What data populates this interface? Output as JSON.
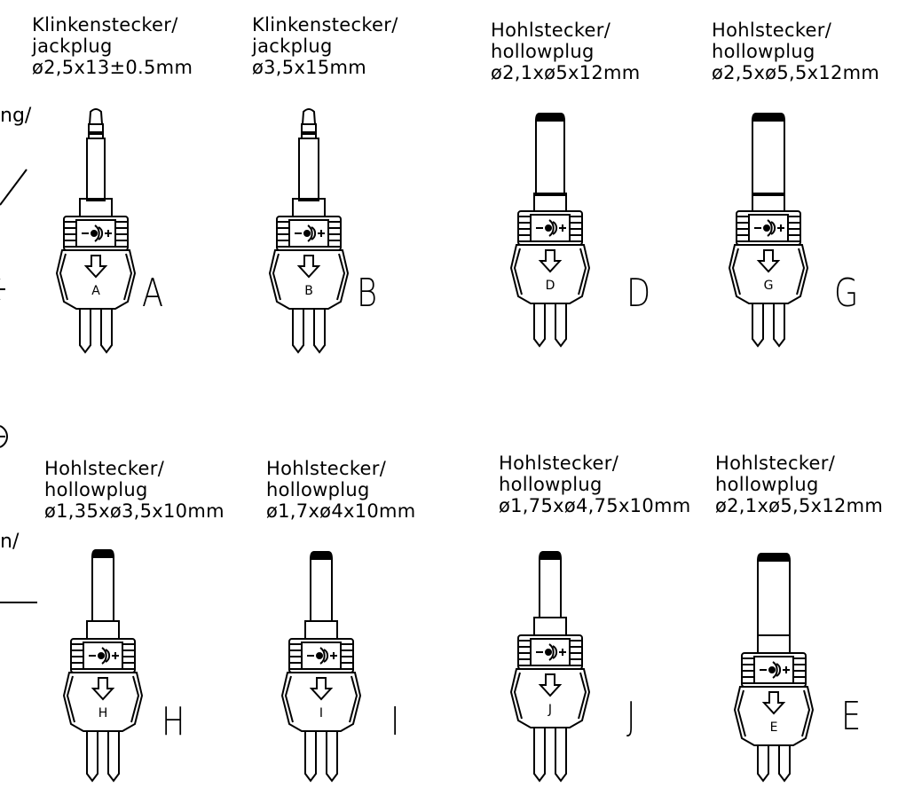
{
  "edge_fragments": {
    "top": "ng/",
    "bottom": "n/"
  },
  "plugs": [
    {
      "id": "A",
      "type_de": "Klinkenstecker/",
      "type_en": "jackplug",
      "size": "ø2,5x13±0.5mm",
      "letter": "A",
      "face_letter": "A",
      "style": "jack"
    },
    {
      "id": "B",
      "type_de": "Klinkenstecker/",
      "type_en": "jackplug",
      "size": "ø3,5x15mm",
      "letter": "B",
      "face_letter": "B",
      "style": "jack"
    },
    {
      "id": "D",
      "type_de": "Hohlstecker/",
      "type_en": "hollowplug",
      "size": "ø2,1xø5x12mm",
      "letter": "D",
      "face_letter": "D",
      "style": "hollow"
    },
    {
      "id": "G",
      "type_de": "Hohlstecker/",
      "type_en": "hollowplug",
      "size": "ø2,5xø5,5x12mm",
      "letter": "G",
      "face_letter": "G",
      "style": "hollow"
    },
    {
      "id": "H",
      "type_de": "Hohlstecker/",
      "type_en": "hollowplug",
      "size": "ø1,35xø3,5x10mm",
      "letter": "H",
      "face_letter": "H",
      "style": "hollow"
    },
    {
      "id": "I",
      "type_de": "Hohlstecker/",
      "type_en": "hollowplug",
      "size": "ø1,7xø4x10mm",
      "letter": "I",
      "face_letter": "I",
      "style": "hollow"
    },
    {
      "id": "J",
      "type_de": "Hohlstecker/",
      "type_en": "hollowplug",
      "size": "ø1,75xø4,75x10mm",
      "letter": "J",
      "face_letter": "J",
      "style": "hollow"
    },
    {
      "id": "E",
      "type_de": "Hohlstecker/",
      "type_en": "hollowplug",
      "size": "ø2,1xø5,5x12mm",
      "letter": "E",
      "face_letter": "E",
      "style": "hollow"
    }
  ],
  "colors": {
    "ink": "#000000",
    "paper": "#ffffff"
  }
}
